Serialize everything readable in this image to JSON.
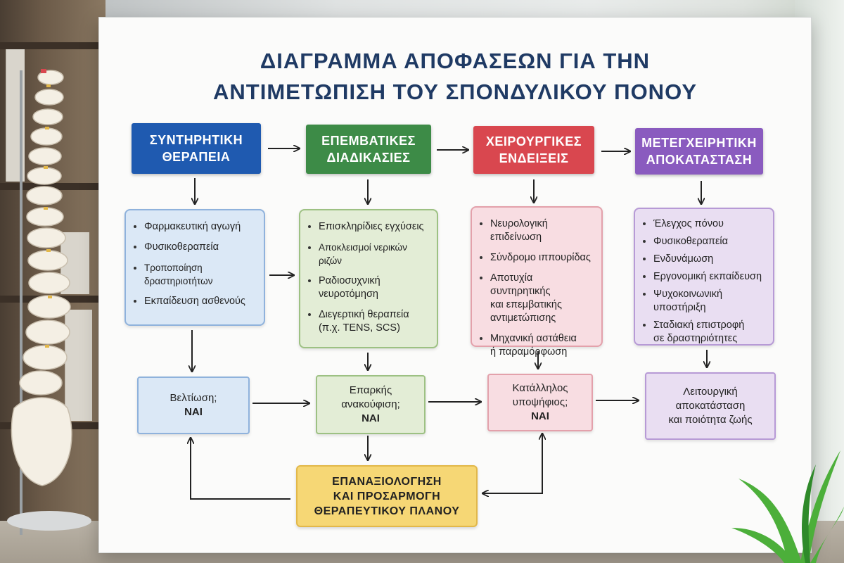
{
  "title": {
    "line1": "ΔΙΑΓΡΑΜΜΑ ΑΠΟΦΑΣΕΩΝ ΓΙΑ ΤΗΝ",
    "line2": "ΑΝΤΙΜΕΤΩΠΙΣΗ ΤΟΥ ΣΠΟΝΔΥΛΙΚΟΥ ΠΟΝΟΥ"
  },
  "colors": {
    "blue": "#1f5ab0",
    "green": "#3d8b47",
    "red": "#d9474f",
    "purple": "#8a5bbf",
    "blue_panel": "#dbe8f6",
    "green_panel": "#e3edd6",
    "red_panel": "#f8dde2",
    "purple_panel": "#e9def2",
    "yellow": "#f6d775"
  },
  "columns": [
    {
      "header": "ΣΥΝΤΗΡΗΤΙΚΗ\nΘΕΡΑΠΕΙΑ",
      "items": [
        "Φαρμακευτική αγωγή",
        "Φυσικοθεραπεία",
        "Τροποποίηση δραστηριοτήτων",
        "Εκπαίδευση ασθενούς"
      ],
      "decision_text": "Βελτίωση;",
      "decision_answer": "ΝΑΙ"
    },
    {
      "header": "ΕΠΕΜΒΑΤΙΚΕΣ\nΔΙΑΔΙΚΑΣΙΕΣ",
      "items": [
        "Επισκληρίδιες εγχύσεις",
        "Αποκλεισμοί νερικών ριζών",
        "Ραδιοσυχνική\nνευροτόμηση",
        "Διεγερτική θεραπεία\n(π.χ. TENS, SCS)"
      ],
      "decision_text": "Επαρκής\nανακούφιση;",
      "decision_answer": "ΝΑΙ"
    },
    {
      "header": "ΧΕΙΡΟΥΡΓΙΚΕΣ\nΕΝΔΕΙΞΕΙΣ",
      "items": [
        "Νευρολογική επιδείνωση",
        "Σύνδρομο ιππουρίδας",
        "Αποτυχία συντηρητικής\nκαι επεμβατικής\nαντιμετώπισης",
        "Μηχανική αστάθεια\nή παραμόρφωση"
      ],
      "decision_text": "Κατάλληλος\nυποψήφιος;",
      "decision_answer": "ΝΑΙ"
    },
    {
      "header": "ΜΕΤΕΓΧΕΙΡΗΤΙΚΗ\nΑΠΟΚΑΤΑΣΤΑΣΗ",
      "items": [
        "Έλεγχος πόνου",
        "Φυσικοθεραπεία",
        "Ενδυνάμωση",
        "Εργονομική εκπαίδευση",
        "Ψυχοκοινωνική υποστήριξη",
        "Σταδιακή επιστροφή\nσε δραστηριότητες"
      ],
      "outcome": "Λειτουργική\nαποκατάσταση\nκαι ποιότητα ζωής"
    }
  ],
  "reevaluation": "ΕΠΑΝΑΞΙΟΛΟΓΗΣΗ\nΚΑΙ ΠΡΟΣΑΡΜΟΓΗ\nΘΕΡΑΠΕΥΤΙΚΟΥ ΠΛΑΝΟΥ"
}
